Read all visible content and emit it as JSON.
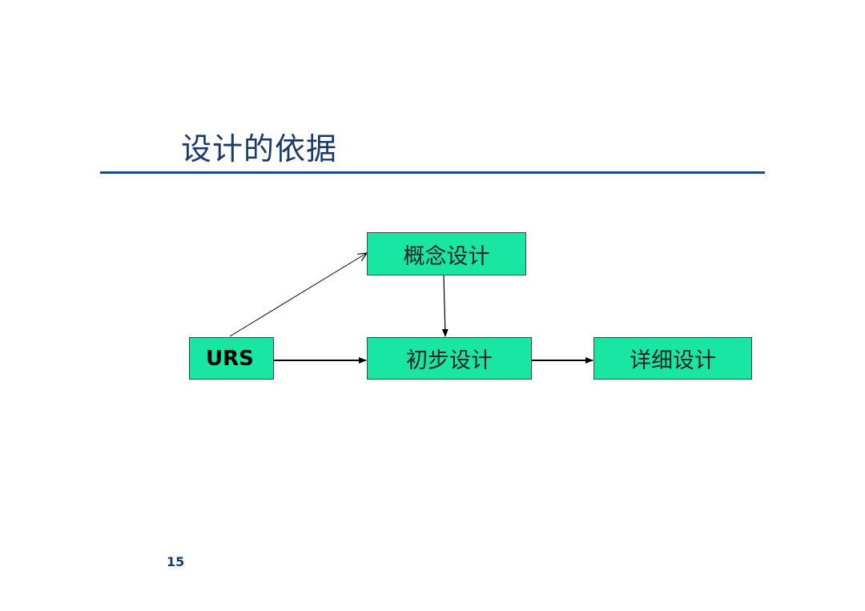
{
  "slide": {
    "title": "设计的依据",
    "page_number": "15"
  },
  "diagram": {
    "nodes": {
      "urs": "URS",
      "concept": "概念设计",
      "preliminary": "初步设计",
      "detailed": "详细设计"
    },
    "colors": {
      "node_fill": "#19e6a3",
      "node_border": "#444444",
      "title": "#1a3a6b",
      "rule": "#1a4a8c",
      "edge": "#000000"
    },
    "edges": [
      {
        "from": "urs",
        "to": "concept"
      },
      {
        "from": "concept",
        "to": "preliminary"
      },
      {
        "from": "urs",
        "to": "preliminary"
      },
      {
        "from": "preliminary",
        "to": "detailed"
      }
    ]
  }
}
